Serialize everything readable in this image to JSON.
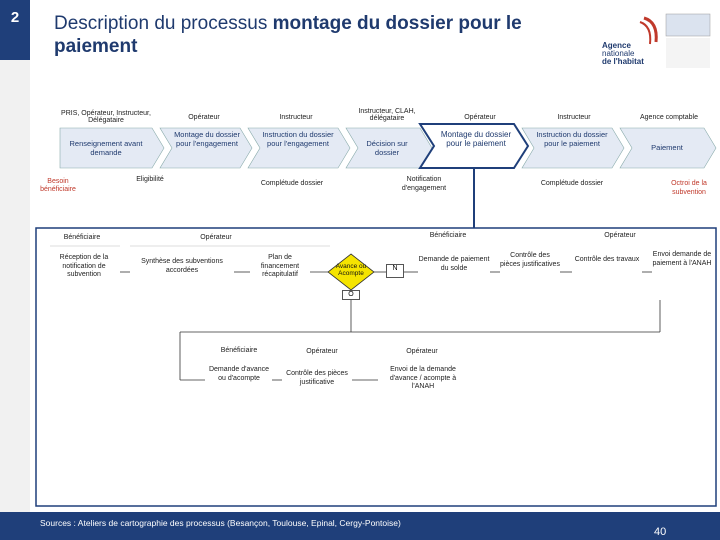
{
  "slide": {
    "number": "2"
  },
  "title": {
    "part1": "Description du processus ",
    "part2": "montage du dossier pour le",
    "part3": "paiement"
  },
  "logo": {
    "line1": "Agence",
    "line2": "nationale",
    "line3": "de l'habitat"
  },
  "roles": {
    "r1": "PRIS, Opérateur, Instructeur, Délégataire",
    "r2": "Opérateur",
    "r3": "Instructeur",
    "r4": "Instructeur, CLAH, délégataire",
    "r5": "Opérateur",
    "r6": "Instructeur",
    "r7": "Agence comptable"
  },
  "steps": {
    "s1": "Renseignement avant demande",
    "s2": "Montage du dossier pour l'engagement",
    "s3": "Instruction du dossier pour l'engagement",
    "s4": "Décision sur dossier",
    "s5": "Montage du dossier pour le paiement",
    "s6": "Instruction du dossier pour le paiement",
    "s7": "Paiement"
  },
  "under": {
    "besoin": "Besoin bénéficiaire",
    "eligibilite": "Eligibilité",
    "complete1": "Complétude dossier",
    "notification": "Notification d'engagement",
    "complete2": "Complétude dossier",
    "octroi": "Octroi de la subvention"
  },
  "detail": {
    "beneficiaire1": "Bénéficiaire",
    "operateur1": "Opérateur",
    "beneficiaire2": "Bénéficiaire",
    "operateur2": "Opérateur",
    "reception": "Réception de la notification de subvention",
    "synthese": "Synthèse des subventions accordées",
    "plan": "Plan de financement récapitulatif",
    "decision": "Avance ou Acompte",
    "n": "N",
    "o": "O",
    "solde": "Demande de paiement du solde",
    "controle_pieces": "Contrôle des pièces justificatives",
    "controle_travaux": "Contrôle des travaux",
    "envoi_paiement": "Envoi demande de paiement à l'ANAH",
    "beneficiaire3": "Bénéficiaire",
    "operateur3": "Opérateur",
    "operateur4": "Opérateur",
    "demande_avance": "Demande d'avance ou d'acompte",
    "controle_pieces2": "Contrôle des pièces justificative",
    "envoi_avance": "Envoi de la demande d'avance / acompte à l'ANAH"
  },
  "footer": {
    "sources": "Sources : Ateliers de cartographie des processus (Besançon, Toulouse, Epinal, Cergy-Pontoise)",
    "page": "40"
  },
  "colors": {
    "navy": "#1f3f7a",
    "process_fill": "#e4eaf4",
    "highlight_fill": "#ffffff",
    "decision": "#f5e400",
    "red": "#c0392b"
  }
}
